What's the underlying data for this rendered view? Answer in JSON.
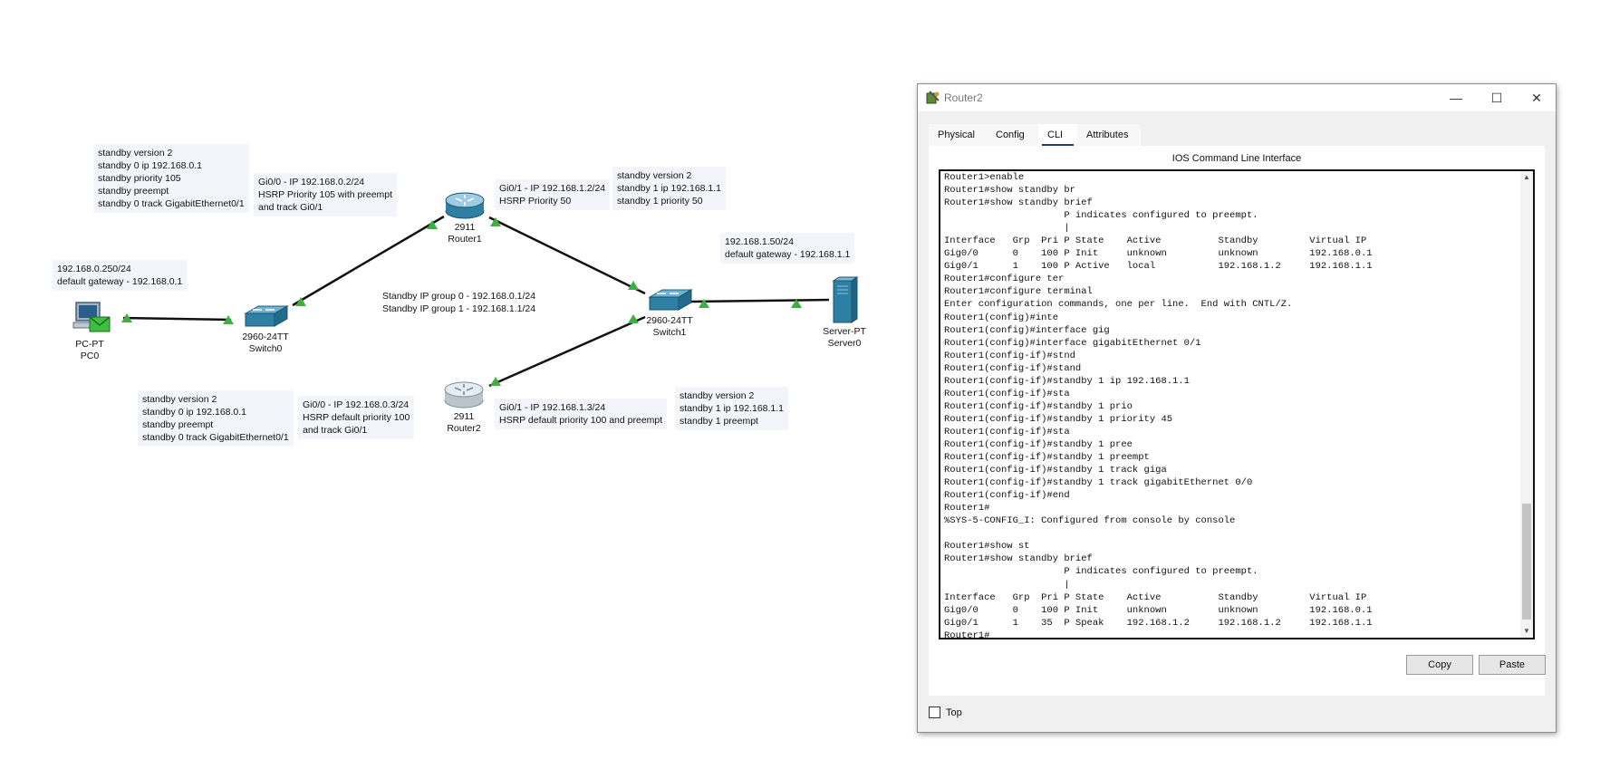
{
  "topology": {
    "notes": {
      "router1_cfg": [
        "standby version 2",
        "standby 0 ip 192.168.0.1",
        "standby priority 105",
        "standby preempt",
        "standby 0 track GigabitEthernet0/1"
      ],
      "router1_gi00": [
        "Gi0/0 - IP 192.168.0.2/24",
        "HSRP Priority 105 with preempt",
        "and track Gi0/1"
      ],
      "router1_gi01": [
        "Gi0/1 - IP 192.168.1.2/24",
        "HSRP Priority 50"
      ],
      "router1_cfg2": [
        "standby version 2",
        "standby 1 ip 192.168.1.1",
        "standby 1 priority 50"
      ],
      "pc0_ip": [
        "192.168.0.250/24",
        "default gateway - 192.168.0.1"
      ],
      "server_ip": [
        "192.168.1.50/24",
        "default gateway - 192.168.1.1"
      ],
      "router2_cfg": [
        "standby version 2",
        "standby 0 ip 192.168.0.1",
        "standby preempt",
        "standby 0 track GigabitEthernet0/1"
      ],
      "router2_gi00": [
        "Gi0/0 - IP 192.168.0.3/24",
        "HSRP default priority 100",
        "and track Gi0/1"
      ],
      "router2_gi01": [
        "Gi0/1 - IP 192.168.1.3/24",
        "HSRP default priority 100 and preempt"
      ],
      "router2_cfg2": [
        "standby version 2",
        "standby 1 ip 192.168.1.1",
        "standby 1 preempt"
      ],
      "groups": [
        "Standby IP group 0 - 192.168.0.1/24",
        "Standby IP group 1 - 192.168.1.1/24"
      ]
    },
    "devices": {
      "pc0": {
        "model": "PC-PT",
        "name": "PC0"
      },
      "switch0": {
        "model": "2960-24TT",
        "name": "Switch0"
      },
      "router1": {
        "model": "2911",
        "name": "Router1"
      },
      "router2": {
        "model": "2911",
        "name": "Router2"
      },
      "switch1": {
        "model": "2960-24TT",
        "name": "Switch1"
      },
      "server0": {
        "model": "Server-PT",
        "name": "Server0"
      }
    },
    "colors": {
      "link": "#111111",
      "link_up": "#3cb043",
      "device_blue": "#2d7fa3"
    }
  },
  "window": {
    "title": "Router2",
    "controls": {
      "minimize": "—",
      "maximize": "☐",
      "close": "✕"
    },
    "tabs": [
      "Physical",
      "Config",
      "CLI",
      "Attributes"
    ],
    "active_tab": "CLI",
    "cli_heading": "IOS Command Line Interface",
    "terminal_lines": [
      "Router1>enable",
      "Router1#show standby br",
      "Router1#show standby brief",
      "                     P indicates configured to preempt.",
      "                     |",
      "Interface   Grp  Pri P State    Active          Standby         Virtual IP",
      "Gig0/0      0    100 P Init     unknown         unknown         192.168.0.1",
      "Gig0/1      1    100 P Active   local           192.168.1.2     192.168.1.1",
      "Router1#configure ter",
      "Router1#configure terminal",
      "Enter configuration commands, one per line.  End with CNTL/Z.",
      "Router1(config)#inte",
      "Router1(config)#interface gig",
      "Router1(config)#interface gigabitEthernet 0/1",
      "Router1(config-if)#stnd",
      "Router1(config-if)#stand",
      "Router1(config-if)#standby 1 ip 192.168.1.1",
      "Router1(config-if)#sta",
      "Router1(config-if)#standby 1 prio",
      "Router1(config-if)#standby 1 priority 45",
      "Router1(config-if)#sta",
      "Router1(config-if)#standby 1 pree",
      "Router1(config-if)#standby 1 preempt",
      "Router1(config-if)#standby 1 track giga",
      "Router1(config-if)#standby 1 track gigabitEthernet 0/0",
      "Router1(config-if)#end",
      "Router1#",
      "%SYS-5-CONFIG_I: Configured from console by console",
      "",
      "Router1#show st",
      "Router1#show standby brief",
      "                     P indicates configured to preempt.",
      "                     |",
      "Interface   Grp  Pri P State    Active          Standby         Virtual IP",
      "Gig0/0      0    100 P Init     unknown         unknown         192.168.0.1",
      "Gig0/1      1    35  P Speak    192.168.1.2     192.168.1.2     192.168.1.1",
      "Router1#"
    ],
    "buttons": {
      "copy": "Copy",
      "paste": "Paste"
    },
    "top_checkbox": {
      "label": "Top",
      "checked": false
    }
  }
}
